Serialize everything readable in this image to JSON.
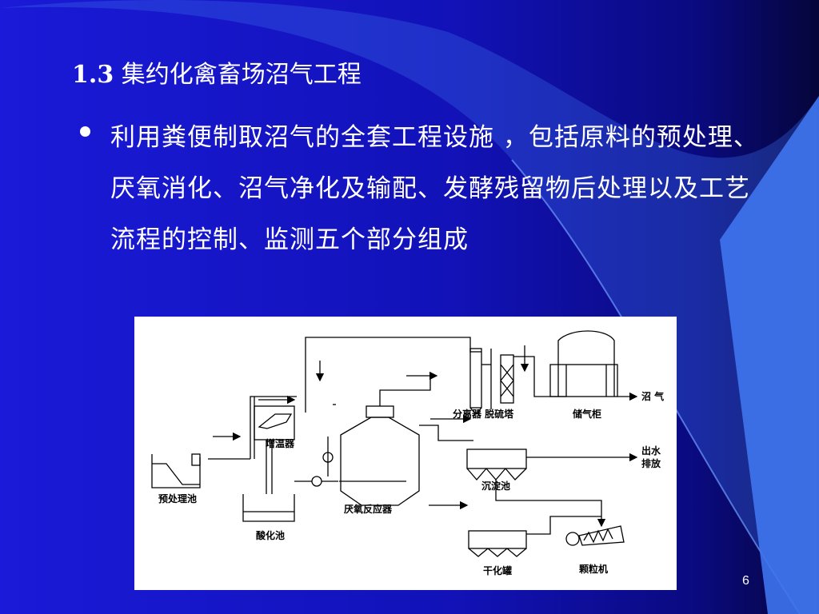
{
  "slide": {
    "title_num": "1.3",
    "title_text": " 集约化禽畜场沼气工程",
    "bullet": "利用粪便制取沼气的全套工程设施 ，包括原料的预处理、厌氧消化、沼气净化及输配、发酵残留物后处理以及工艺流程的控制、监测五个部分组成",
    "page_number": "6"
  },
  "diagram": {
    "labels": {
      "pretreatment": "预处理池",
      "acid_tank": "酸化池",
      "heater": "增温器",
      "reactor": "厌氧反应器",
      "separator_desulfur": "分离器 脱硫塔",
      "gas_holder": "储气柜",
      "biogas_out": "沼 气",
      "water_out_1": "出水",
      "water_out_2": "排放",
      "settling_tank": "沉淀池",
      "drying_tank": "干化罐",
      "granulator": "颗粒机"
    }
  },
  "colors": {
    "background": "#1414c8",
    "accent": "#4a7cf0",
    "text": "#ffffff"
  }
}
